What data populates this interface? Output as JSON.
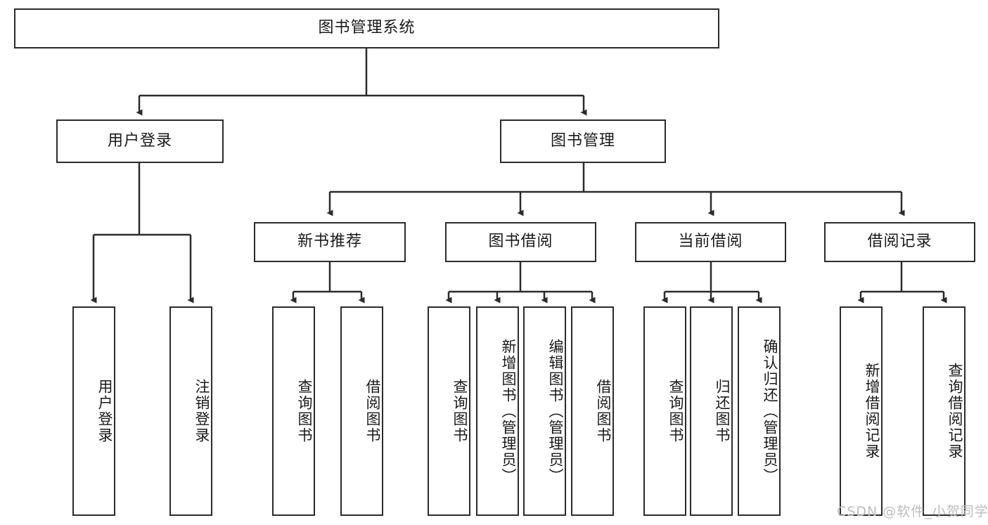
{
  "diagram": {
    "title": "图书管理系统",
    "type": "functional-structure-tree",
    "colors": {
      "stroke": "#2b2b2b",
      "fill": "#ffffff",
      "text": "#1a1a1a",
      "watermark": "#bdbdbd"
    },
    "root": {
      "label": "图书管理系统"
    },
    "level1": [
      {
        "label": "用户登录"
      },
      {
        "label": "图书管理"
      }
    ],
    "level2": [
      {
        "label": "新书推荐"
      },
      {
        "label": "图书借阅"
      },
      {
        "label": "当前借阅"
      },
      {
        "label": "借阅记录"
      }
    ],
    "leaves": {
      "user_login": [
        {
          "label": "用户登录"
        },
        {
          "label": "注销登录"
        }
      ],
      "new_book_recommend": [
        {
          "label": "查询图书"
        },
        {
          "label": "借阅图书"
        }
      ],
      "book_borrow": [
        {
          "label": "查询图书"
        },
        {
          "label": "新增图书（管理员）"
        },
        {
          "label": "编辑图书（管理员）"
        },
        {
          "label": "借阅图书"
        }
      ],
      "current_borrow": [
        {
          "label": "查询图书"
        },
        {
          "label": "归还图书"
        },
        {
          "label": "确认归还（管理员）"
        }
      ],
      "borrow_records": [
        {
          "label": "新增借阅记录"
        },
        {
          "label": "查询借阅记录"
        }
      ]
    }
  },
  "watermark": {
    "text": "CSDN @软件_小贺同学"
  }
}
